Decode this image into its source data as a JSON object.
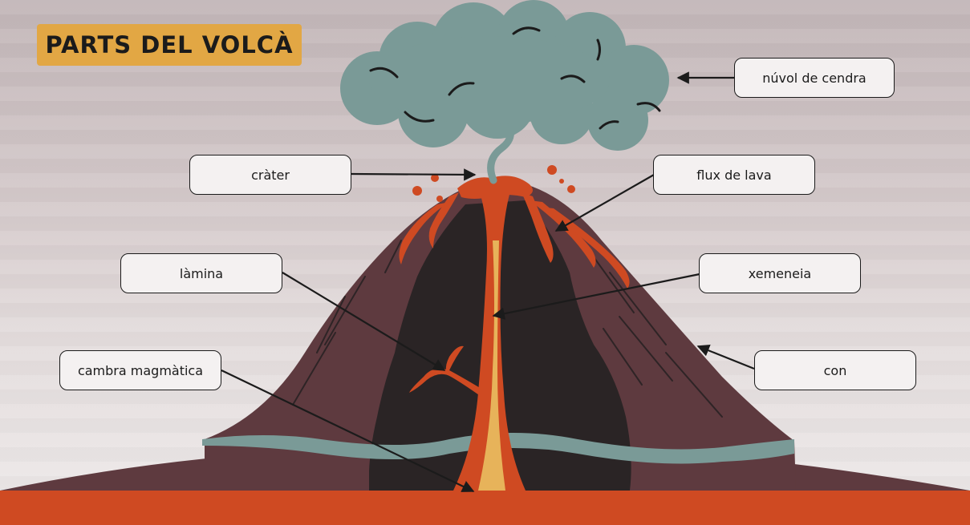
{
  "title": "PARTS DEL VOLCÀ",
  "labels": {
    "nuvol": "núvol de cendra",
    "crater": "cràter",
    "flux": "flux de lava",
    "lamina": "làmina",
    "xemeneia": "xemeneia",
    "cambra": "cambra magmàtica",
    "con": "con"
  },
  "colors": {
    "title_badge": "#e2a744",
    "cone": "#5e3a3f",
    "conduit_dark": "#2a2425",
    "lava": "#cf4a22",
    "lava_core": "#e7b35a",
    "ash_cloud": "#7a9a97",
    "water_layer": "#7a9a97"
  }
}
